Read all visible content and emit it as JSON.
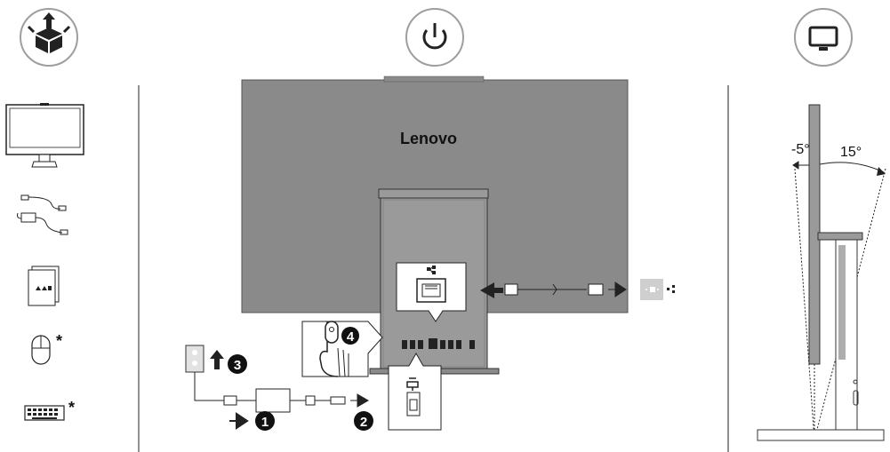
{
  "header": {
    "steps": [
      {
        "icon": "unpack-box-icon"
      },
      {
        "icon": "power-icon"
      },
      {
        "icon": "monitor-icon"
      }
    ]
  },
  "box_contents": {
    "items": [
      {
        "icon": "all-in-one-computer-icon"
      },
      {
        "icon": "cables-icon"
      },
      {
        "icon": "documents-icon"
      },
      {
        "icon": "mouse-icon",
        "note": "*"
      },
      {
        "icon": "keyboard-icon",
        "note": "*"
      }
    ]
  },
  "setup": {
    "brand": "Lenovo",
    "callouts": [
      "1",
      "2",
      "3",
      "4"
    ]
  },
  "tilt": {
    "back_angle": "-5°",
    "forward_angle": "15°"
  },
  "colors": {
    "computer_gray": "#8a8a8a",
    "stand_gray": "#9a9a9a",
    "line": "#222222",
    "circle_border": "#9e9e9e"
  }
}
